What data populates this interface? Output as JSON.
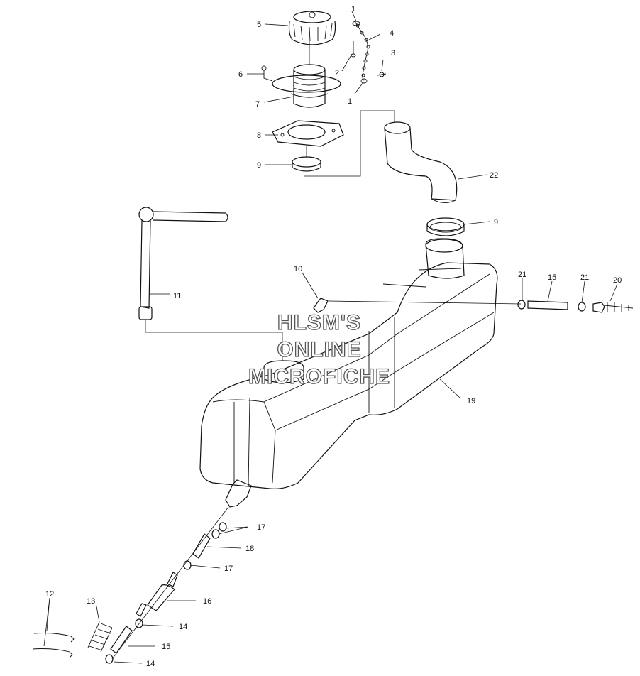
{
  "diagram": {
    "callouts": [
      "1",
      "1",
      "2",
      "3",
      "4",
      "5",
      "6",
      "7",
      "8",
      "9",
      "22",
      "9",
      "10",
      "11",
      "21",
      "15",
      "21",
      "20",
      "19",
      "17",
      "18",
      "17",
      "16",
      "12",
      "13",
      "14",
      "15",
      "14"
    ],
    "watermark": [
      "HLSM'S",
      "ONLINE",
      "MICROFICHE"
    ]
  }
}
